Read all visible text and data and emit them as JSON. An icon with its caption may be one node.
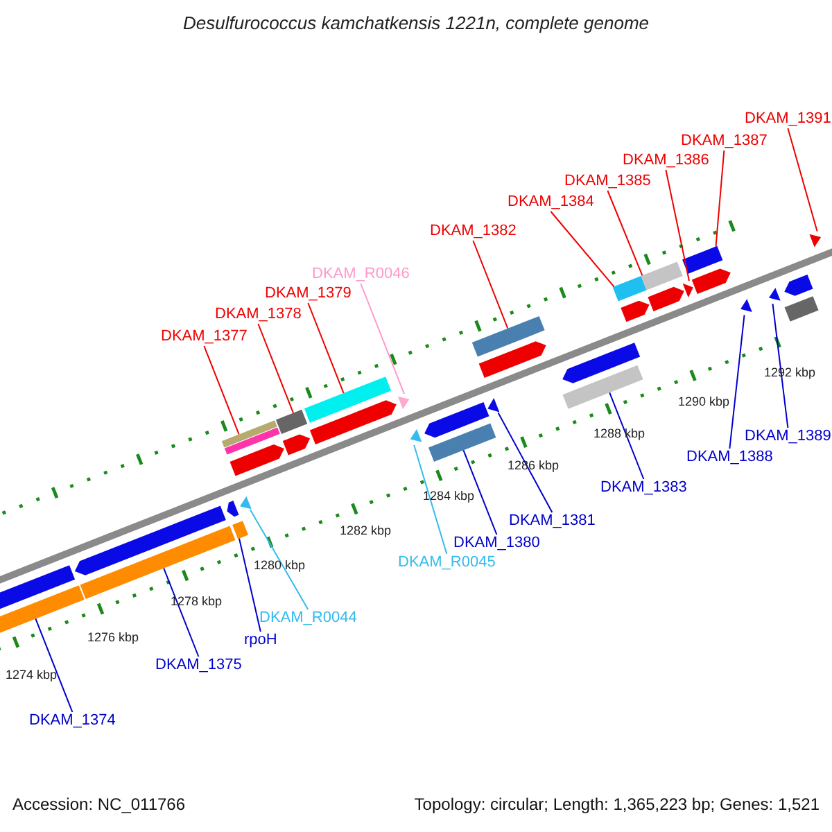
{
  "diagram": {
    "title": "Desulfurococcus kamchatkensis 1221n, complete genome",
    "nodes": [
      {
        "text": [
          "DKAM_1377"
        ]
      },
      {
        "text": [],
        "shape": "bar"
      },
      {
        "text": [
          "DKAM_1378"
        ]
      },
      {
        "text": [],
        "shape": "bar"
      },
      {
        "text": [
          "DKAM_1379"
        ]
      },
      {
        "text": [],
        "shape": "bar"
      },
      {
        "text": [
          "DKAM_R0046"
        ]
      },
      {
        "text": [],
        "shape": "triangle"
      },
      {
        "text": [
          "DKAM_1382"
        ]
      },
      {
        "text": [],
        "shape": "bar"
      },
      {
        "text": [
          "DKAM_1384"
        ]
      },
      {
        "text": [],
        "shape": "bar"
      },
      {
        "text": [
          "DKAM_1385"
        ]
      },
      {
        "text": [],
        "shape": "bar"
      },
      {
        "text": [
          "DKAM_1386"
        ]
      },
      {
        "text": [],
        "shape": "triangle"
      },
      {
        "text": [
          "DKAM_1387"
        ]
      },
      {
        "text": [],
        "shape": "bar"
      },
      {
        "text": [
          "DKAM_1391"
        ]
      },
      {
        "text": [],
        "shape": "triangle"
      },
      {
        "text": [
          "DKAM_1374"
        ]
      },
      {
        "text": [],
        "shape": "bar"
      },
      {
        "text": [
          "DKAM_1375"
        ]
      },
      {
        "text": [],
        "shape": "bar"
      },
      {
        "text": [
          "rpoH"
        ]
      },
      {
        "text": [],
        "shape": "bar"
      },
      {
        "text": [
          "DKAM_R0044"
        ]
      },
      {
        "text": [],
        "shape": "triangle"
      },
      {
        "text": [
          "DKAM_R0045"
        ]
      },
      {
        "text": [],
        "shape": "triangle"
      },
      {
        "text": [
          "DKAM_1380"
        ]
      },
      {
        "text": [],
        "shape": "bar"
      },
      {
        "text": [
          "DKAM_1381"
        ]
      },
      {
        "text": [],
        "shape": "triangle"
      },
      {
        "text": [
          "DKAM_1383"
        ]
      },
      {
        "text": [],
        "shape": "bar"
      },
      {
        "text": [
          "DKAM_1388"
        ]
      },
      {
        "text": [],
        "shape": "triangle"
      },
      {
        "text": [
          "DKAM_1389"
        ]
      },
      {
        "text": [],
        "shape": "triangle"
      },
      {
        "text": [],
        "shape": "bar"
      },
      {
        "text": [],
        "shape": "bar"
      },
      {
        "text": [],
        "shape": "bar"
      },
      {
        "text": [],
        "shape": "bar"
      },
      {
        "text": [],
        "shape": "bar"
      },
      {
        "text": [],
        "shape": "bar"
      },
      {
        "text": [],
        "shape": "bar"
      },
      {
        "text": [],
        "shape": "bar"
      },
      {
        "text": [],
        "shape": "bar"
      },
      {
        "text": [],
        "shape": "bar"
      },
      {
        "text": [],
        "shape": "bar"
      },
      {
        "text": [],
        "shape": "bar"
      },
      {
        "text": [],
        "shape": "bar"
      },
      {
        "text": [],
        "shape": "bar"
      },
      {
        "text": [],
        "shape": "bar"
      }
    ],
    "edges": [
      {
        "from": 0,
        "to": 1,
        "arrow": "none"
      },
      {
        "from": 2,
        "to": 3,
        "arrow": "none"
      },
      {
        "from": 4,
        "to": 5,
        "arrow": "none"
      },
      {
        "from": 6,
        "to": 7,
        "arrow": "none",
        "color": "#ff99cc"
      },
      {
        "from": 8,
        "to": 9,
        "arrow": "none"
      },
      {
        "from": 10,
        "to": 11,
        "arrow": "none"
      },
      {
        "from": 12,
        "to": 13,
        "arrow": "none"
      },
      {
        "from": 14,
        "to": 15,
        "arrow": "none"
      },
      {
        "from": 16,
        "to": 17,
        "arrow": "none"
      },
      {
        "from": 18,
        "to": 19,
        "arrow": "none"
      },
      {
        "from": 20,
        "to": 21,
        "arrow": "none",
        "color": "#0000cc"
      },
      {
        "from": 22,
        "to": 23,
        "arrow": "none",
        "color": "#0000cc"
      },
      {
        "from": 24,
        "to": 25,
        "arrow": "none",
        "color": "#0000cc"
      },
      {
        "from": 26,
        "to": 27,
        "arrow": "none",
        "color": "#33bbee"
      },
      {
        "from": 28,
        "to": 29,
        "arrow": "none",
        "color": "#33bbee"
      },
      {
        "from": 30,
        "to": 31,
        "arrow": "none",
        "color": "#0000cc"
      },
      {
        "from": 32,
        "to": 33,
        "arrow": "none",
        "color": "#0000cc"
      },
      {
        "from": 34,
        "to": 35,
        "arrow": "none",
        "color": "#0000cc"
      },
      {
        "from": 36,
        "to": 37,
        "arrow": "none",
        "color": "#0000cc"
      },
      {
        "from": 38,
        "to": 39,
        "arrow": "none",
        "color": "#0000cc"
      }
    ],
    "labels": [
      "1274 kbp",
      "1276 kbp",
      "1278 kbp",
      "1280 kbp",
      "1282 kbp",
      "1284 kbp",
      "1286 kbp",
      "1288 kbp",
      "1290 kbp",
      "1292 kbp",
      "Accession: NC_011766",
      "Topology: circular; Length: 1,365,223 bp; Genes: 1,521"
    ]
  }
}
